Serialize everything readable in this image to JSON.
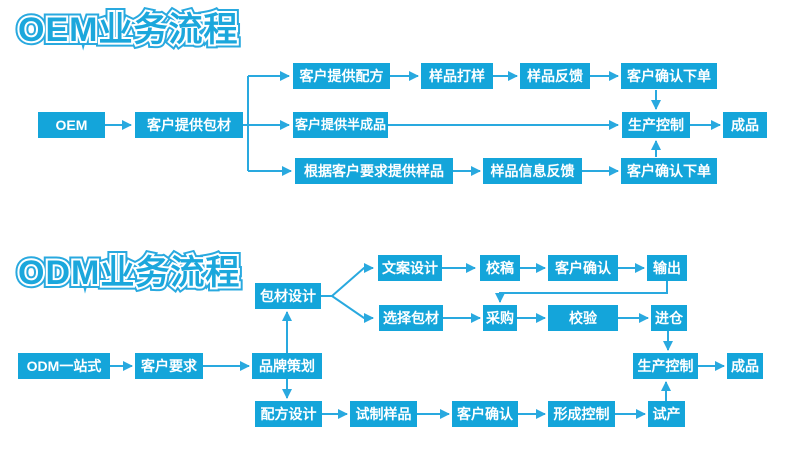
{
  "colors": {
    "box": "#14A5DA",
    "arrow": "#29A9DF",
    "title_fill": "#1BA7DC"
  },
  "oem": {
    "title": "OEM业务流程",
    "start": "OEM",
    "package": "客户提供包材",
    "row1": [
      "客户提供配方",
      "样品打样",
      "样品反馈",
      "客户确认下单"
    ],
    "semi": "客户提供半成品",
    "production": "生产控制",
    "finished": "成品",
    "row3": [
      "根据客户要求提供样品",
      "样品信息反馈",
      "客户确认下单"
    ]
  },
  "odm": {
    "title": "ODM业务流程",
    "start": "ODM一站式",
    "requirement": "客户要求",
    "brand": "品牌策划",
    "package_design": "包材设计",
    "row1": [
      "文案设计",
      "校稿",
      "客户确认",
      "输出"
    ],
    "row2": [
      "选择包材",
      "采购",
      "校验",
      "进仓"
    ],
    "production": "生产控制",
    "finished": "成品",
    "row3": [
      "配方设计",
      "试制样品",
      "客户确认",
      "形成控制",
      "试产"
    ]
  }
}
